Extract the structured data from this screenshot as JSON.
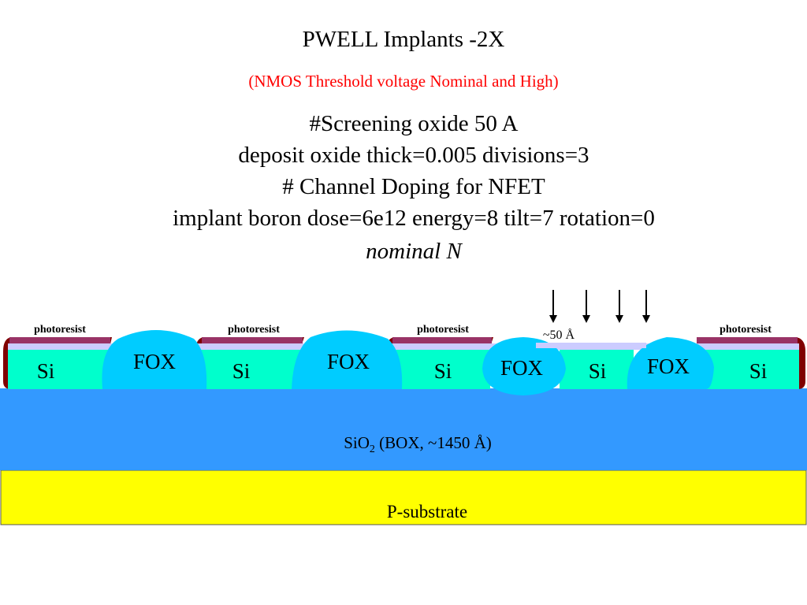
{
  "header": {
    "title": "PWELL Implants -2X",
    "subtitle": "(NMOS Threshold voltage Nominal and High)"
  },
  "commands": [
    "#Screening oxide 50 A",
    "deposit oxide thick=0.005 divisions=3",
    "# Channel Doping for NFET",
    "implant boron dose=6e12 energy=8 tilt=7 rotation=0",
    "nominal N"
  ],
  "diagram": {
    "photoresist_labels": [
      "photoresist",
      "photoresist",
      "photoresist",
      "photoresist"
    ],
    "si_labels": [
      "Si",
      "Si",
      "Si",
      "Si",
      "Si"
    ],
    "fox_labels": [
      "FOX",
      "FOX",
      "FOX",
      "FOX"
    ],
    "screen_oxide_label": "~50 Å",
    "box_label_prefix": "SiO",
    "box_label_subscript": "2",
    "box_label_suffix": " (BOX, ~1450 Å)",
    "substrate_label": "P-substrate",
    "colors": {
      "si": "#00ffcc",
      "fox": "#00ccff",
      "box": "#3399ff",
      "substrate": "#ffff00",
      "photoresist": "#993366",
      "photoresist_edge": "#800000",
      "thin_oxide": "#ccccff"
    }
  }
}
